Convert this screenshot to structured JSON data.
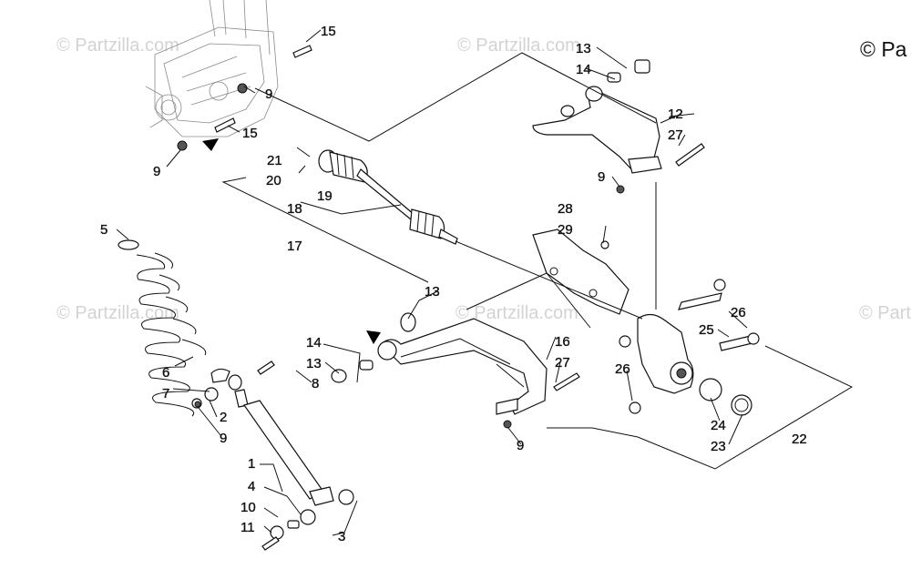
{
  "copyright": "© Pa",
  "watermark_text": "© Partzilla.com",
  "callouts": {
    "c1": "1",
    "c2": "2",
    "c3": "3",
    "c4": "4",
    "c5": "5",
    "c6": "6",
    "c7": "7",
    "c8": "8",
    "c9a": "9",
    "c9b": "9",
    "c9c": "9",
    "c9d": "9",
    "c9e": "9",
    "c10": "10",
    "c11": "11",
    "c12": "12",
    "c13a": "13",
    "c13b": "13",
    "c13c": "13",
    "c14a": "14",
    "c14b": "14",
    "c15a": "15",
    "c15b": "15",
    "c16": "16",
    "c17": "17",
    "c18": "18",
    "c19": "19",
    "c20": "20",
    "c21": "21",
    "c22": "22",
    "c23": "23",
    "c24": "24",
    "c25": "25",
    "c26a": "26",
    "c26b": "26",
    "c27a": "27",
    "c27b": "27",
    "c28": "28",
    "c29": "29"
  }
}
